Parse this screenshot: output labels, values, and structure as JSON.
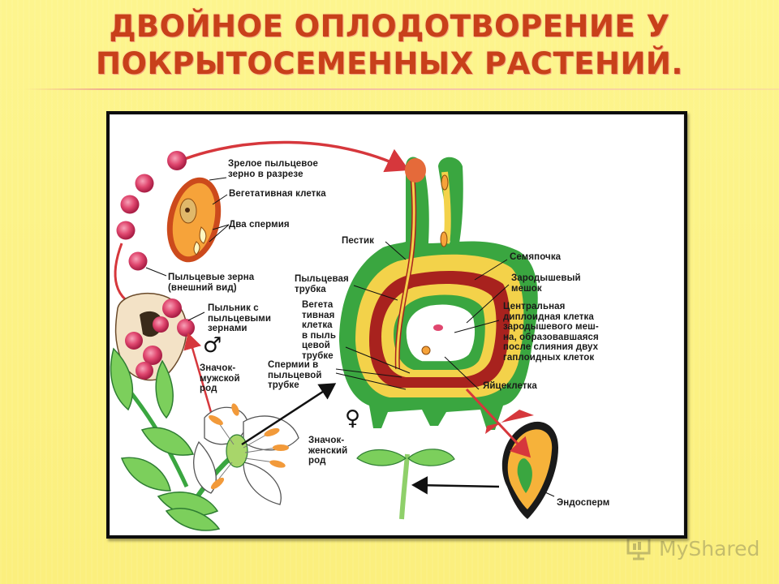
{
  "title": "ДВОЙНОЕ ОПЛОДОТВОРЕНИЕ У ПОКРЫТОСЕМЕННЫХ РАСТЕНИЙ.",
  "labels": {
    "mature_pollen_grain": "Зрелое пыльцевое\nзерно в разрезе",
    "vegetative_cell": "Вегетативная клетка",
    "two_sperms": "Два спермия",
    "pollen_grains_external": "Пыльцевые зерна\n(внешний вид)",
    "anther": "Пыльник с\nпыльцевыми\nзернами",
    "male_sign": "Значок-\nмужской\nрод",
    "pistil": "Пестик",
    "pollen_tube": "Пыльцевая\nтрубка",
    "vegetative_cell_in_tube": "Вегета\nтивная\nклетка\nв пыль\nцевой\nтрубке",
    "sperms_in_tube": "Спермии в\nпыльцевой\nтрубке",
    "female_sign": "Значок-\nженский\nрод",
    "ovule": "Семяпочка",
    "embryo_sac": "Зародышевый\nмешок",
    "central_cell": "Центральная\nдиплоидная клетка\nзародышевого меш-\nна, образовавшаяся\nпосле слияния двух\nгаплоидных клеток",
    "egg_cell": "Яйцеклетка",
    "endosperm": "Эндосперм"
  },
  "symbols": {
    "male": "♂",
    "female": "♀"
  },
  "watermark": "MyShared",
  "colors": {
    "title": "#c8401a",
    "slide_bg": "#fdf38a",
    "pistil_green": "#3aa640",
    "pistil_yellow": "#f3d24a",
    "pistil_red": "#a8221e",
    "pollen_pink": "#d83a62",
    "arrow_red": "#d6373c"
  }
}
